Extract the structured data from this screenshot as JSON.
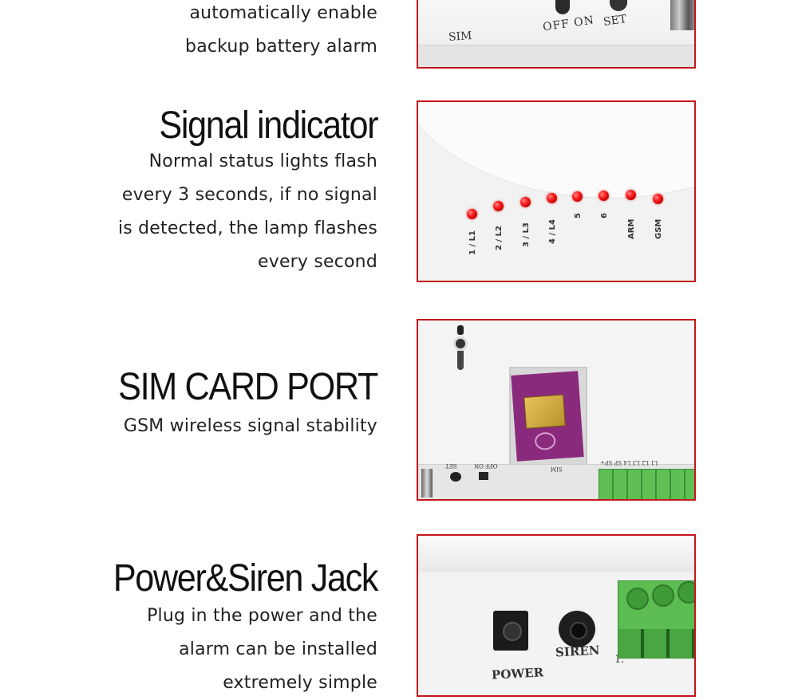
{
  "sections": [
    {
      "title": "",
      "lines": [
        "automatically enable",
        "backup battery alarm"
      ],
      "panel_labels": {
        "sim": "SIM",
        "switch": "OFF ON",
        "set": "SET"
      }
    },
    {
      "title": "Signal indicator",
      "lines": [
        "Normal status lights flash",
        "every 3 seconds, if no signal",
        "is detected, the lamp flashes",
        "every second"
      ],
      "leds": [
        "1 / L1",
        "2 / L2",
        "3 / L3",
        "4 / L4",
        "5",
        "6",
        "ARM",
        "GSM"
      ]
    },
    {
      "title": "SIM CARD PORT",
      "lines": [
        "GSM wireless signal stability"
      ],
      "panel_labels": {
        "set": "SET",
        "switch": "OFF ON",
        "sim": "SIM",
        "terminals": "L1 L2 L3 L4 SP SP+"
      }
    },
    {
      "title": "Power&Siren Jack",
      "lines": [
        "Plug in the power and the",
        "alarm can be installed",
        "extremely simple"
      ],
      "panel_labels": {
        "power": "POWER",
        "siren": "SIREN",
        "extra": "1."
      }
    }
  ],
  "colors": {
    "frame": "#c4161c",
    "led": "#ff2020",
    "terminal": "#5fbf55"
  }
}
